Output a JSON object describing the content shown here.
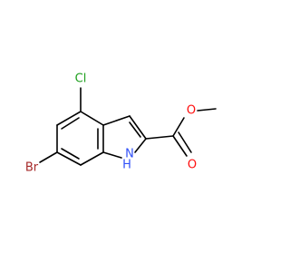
{
  "molecule": {
    "atoms": {
      "cl": {
        "label": "Cl",
        "color": "#1FA01F"
      },
      "br": {
        "label": "Br",
        "color": "#A62929"
      },
      "o_carbonyl": {
        "label": "O",
        "color": "#FF0D0D"
      },
      "o_ester": {
        "label": "O",
        "color": "#FF0D0D"
      },
      "nh": {
        "label": "N",
        "color": "#3050F8"
      },
      "nh_h": {
        "label": "H",
        "color": "#3050F8"
      }
    }
  }
}
